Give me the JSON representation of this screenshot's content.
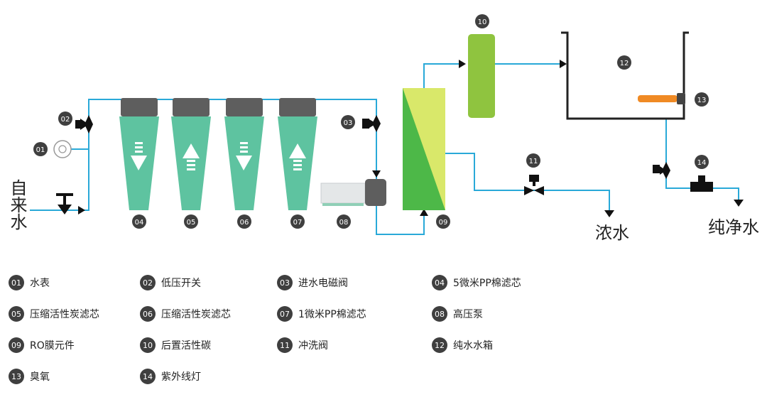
{
  "colors": {
    "pipe": "#29a9d8",
    "filter_body": "#5ec3a0",
    "filter_cap": "#5e5e5e",
    "badge": "#3f3f3f",
    "ro_dark": "#4db848",
    "ro_light": "#d9e86a",
    "post_carbon": "#8fc43f",
    "ozone": "#f08a24",
    "tank_line": "#222222"
  },
  "badges": {
    "b01": "01",
    "b02": "02",
    "b03": "03",
    "b04": "04",
    "b05": "05",
    "b06": "06",
    "b07": "07",
    "b08": "08",
    "b09": "09",
    "b10": "10",
    "b11": "11",
    "b12": "12",
    "b13": "13",
    "b14": "14"
  },
  "flow_labels": {
    "inlet": "自来水",
    "concentrate": "浓水",
    "pure": "纯净水"
  },
  "legend": [
    {
      "num": "01",
      "label": "水表"
    },
    {
      "num": "02",
      "label": "低压开关"
    },
    {
      "num": "03",
      "label": "进水电磁阀"
    },
    {
      "num": "04",
      "label": "5微米PP棉滤芯"
    },
    {
      "num": "05",
      "label": "压缩活性炭滤芯"
    },
    {
      "num": "06",
      "label": "压缩活性炭滤芯"
    },
    {
      "num": "07",
      "label": "1微米PP棉滤芯"
    },
    {
      "num": "08",
      "label": "高压泵"
    },
    {
      "num": "09",
      "label": "RO膜元件"
    },
    {
      "num": "10",
      "label": "后置活性碳"
    },
    {
      "num": "11",
      "label": "冲洗阀"
    },
    {
      "num": "12",
      "label": "纯水水箱"
    },
    {
      "num": "13",
      "label": "臭氧"
    },
    {
      "num": "14",
      "label": "紫外线灯"
    }
  ]
}
